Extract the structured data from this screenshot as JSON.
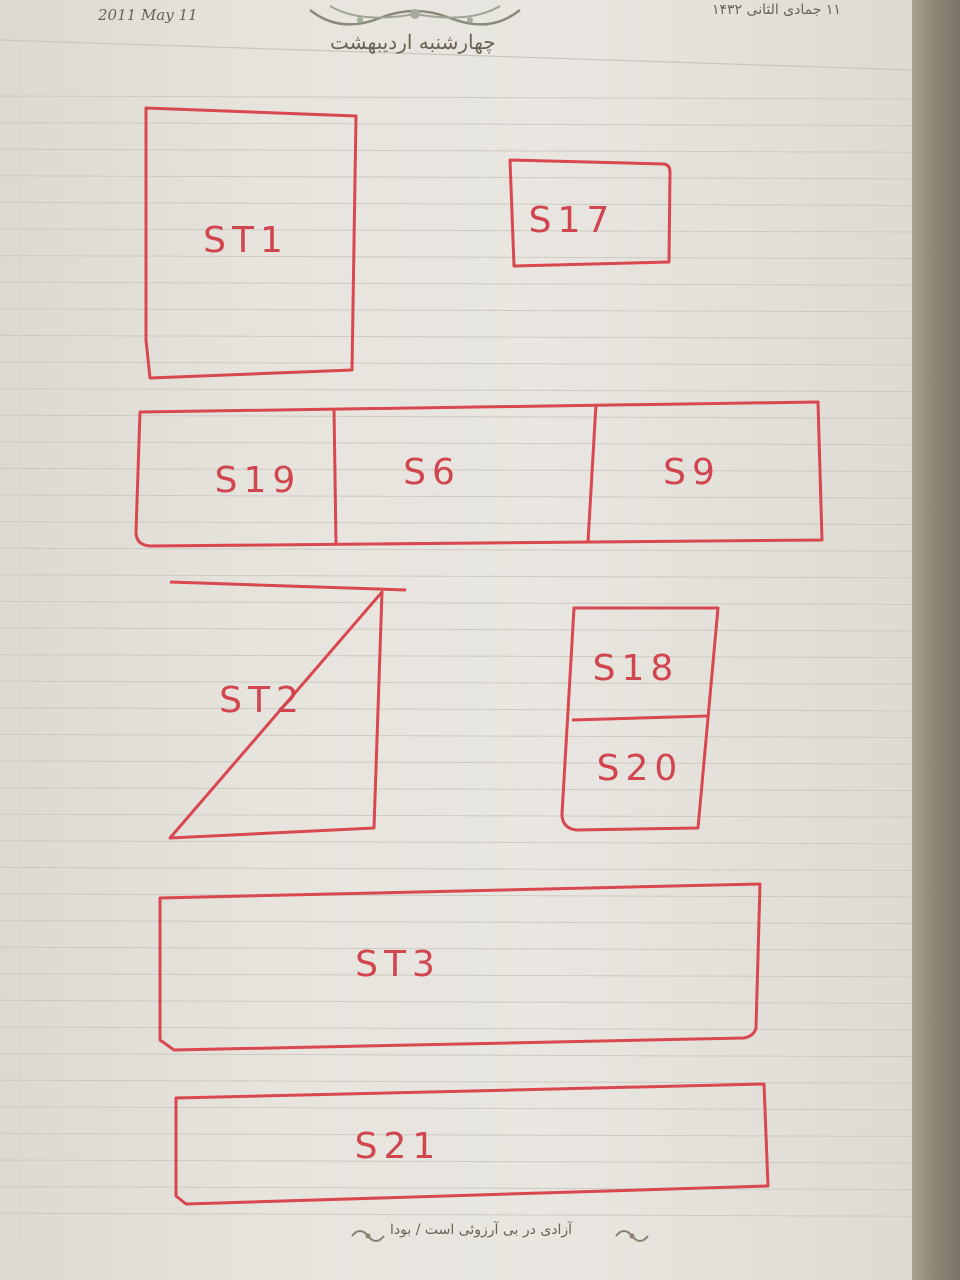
{
  "header": {
    "gregorian_date": "2011 May 11",
    "hijri_date": "۱۱ جمادی الثانی ۱۴۳۲",
    "weekday_month": "چهارشنبه   اردیبهشت"
  },
  "footer": {
    "quote": "آزادی در بی آرزوئی است / بودا"
  },
  "sketch": {
    "ink_color": "#d9474f",
    "blocks": {
      "st1": "ST1",
      "s17": "S17",
      "s19": "S19",
      "s6": "S6",
      "s9": "S9",
      "st2": "ST2",
      "s18": "S18",
      "s20": "S20",
      "st3": "ST3",
      "s21": "S21"
    }
  }
}
